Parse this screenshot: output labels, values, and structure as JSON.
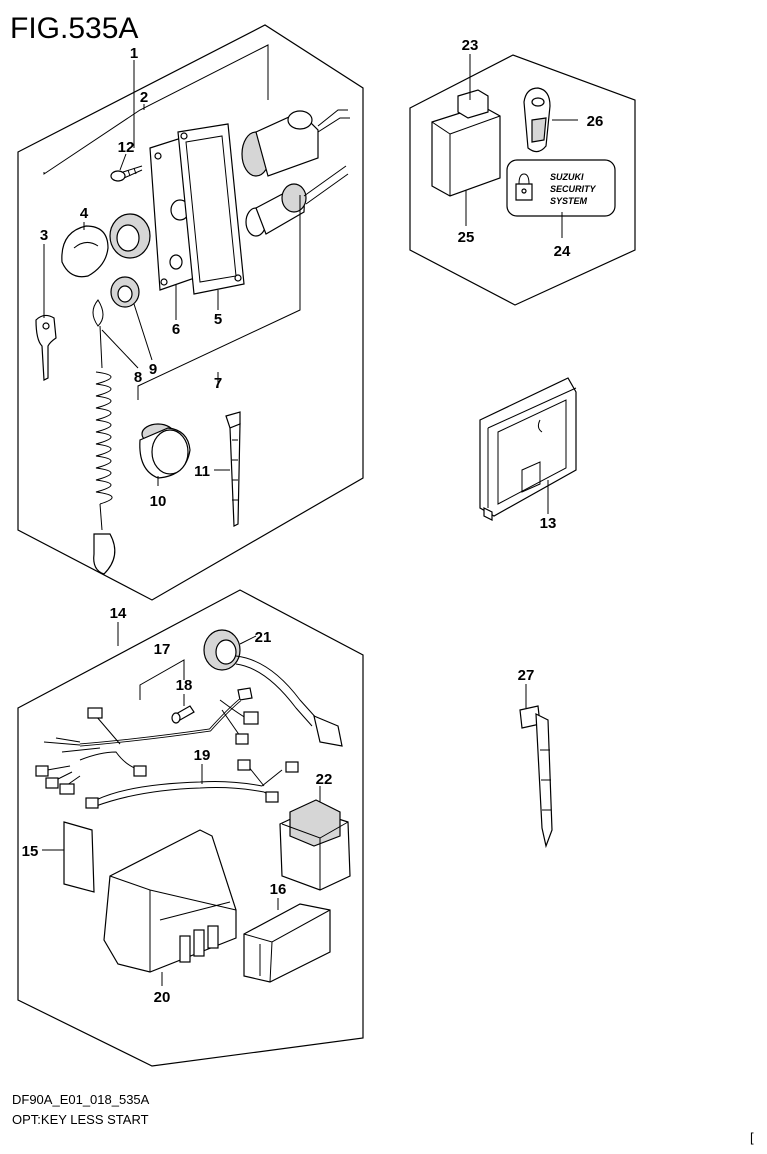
{
  "figure": {
    "title": "FIG.535A",
    "code": "DF90A_E01_018_535A",
    "subtitle": "OPT:KEY LESS START",
    "corner_mark": "["
  },
  "callouts": {
    "c1": "1",
    "c2": "2",
    "c3": "3",
    "c4": "4",
    "c5": "5",
    "c6": "6",
    "c7": "7",
    "c8": "8",
    "c9": "9",
    "c10": "10",
    "c11": "11",
    "c12": "12",
    "c13": "13",
    "c14": "14",
    "c15": "15",
    "c16": "16",
    "c17": "17",
    "c18": "18",
    "c19": "19",
    "c20": "20",
    "c21": "21",
    "c22": "22",
    "c23": "23",
    "c24": "24",
    "c25": "25",
    "c26": "26",
    "c27": "27"
  },
  "security_label": {
    "line1": "SUZUKI",
    "line2": "SECURITY",
    "line3": "SYSTEM"
  }
}
